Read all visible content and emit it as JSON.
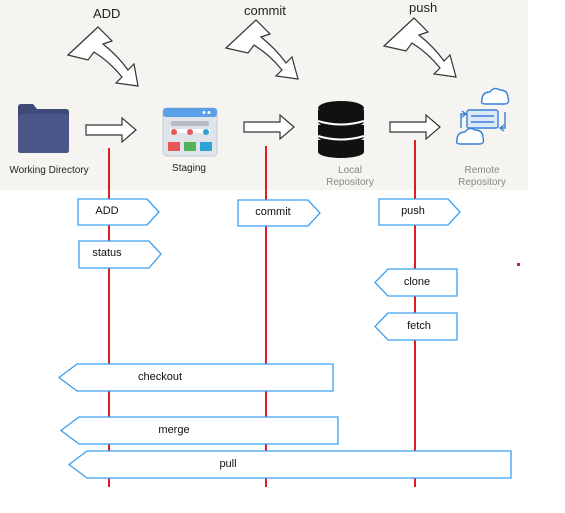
{
  "top_labels": {
    "add": "ADD",
    "commit": "commit",
    "push": "push"
  },
  "stages": {
    "working_directory": "Working Directory",
    "staging": "Staging",
    "local_repository": [
      "Local",
      "Repository"
    ],
    "remote_repository": [
      "Remote",
      "Repository"
    ]
  },
  "commands": {
    "add": "ADD",
    "status": "status",
    "commit": "commit",
    "push": "push",
    "clone": "clone",
    "fetch": "fetch",
    "checkout": "checkout",
    "merge": "merge",
    "pull": "pull"
  },
  "colors": {
    "lifeline": "#e01b24",
    "flag_stroke": "#3a9ff0",
    "folder": "#3f4a78",
    "database": "#111111",
    "cloud": "#3a7fd5",
    "band": "#f5f4f1"
  }
}
